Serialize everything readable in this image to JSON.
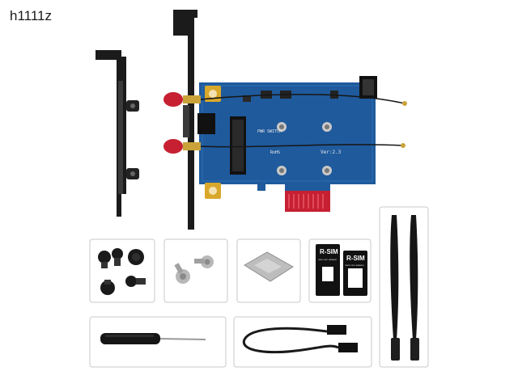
{
  "watermark": "h1111z",
  "pcb": {
    "label_switch": "PWR SWITCH",
    "label_version": "Ver:2.3",
    "label_rohs": "RoHS"
  },
  "sim_cards": [
    {
      "label": "R-SIM",
      "sub": "nano sim adapter"
    },
    {
      "label": "R-SIM",
      "sub": "micro sim adapter"
    }
  ],
  "colors": {
    "pcb_blue": "#1f5a9c",
    "bracket_black": "#1b1b1b",
    "gold": "#d9a82a",
    "connector_red": "#c62032",
    "antenna_black": "#161616",
    "box_border": "#c9c9c9"
  },
  "items": [
    "pcie-card-with-bracket",
    "low-profile-bracket",
    "screw-set",
    "m2-screws",
    "card-holder-plate",
    "sim-adapters",
    "screwdriver",
    "usb-cable",
    "dual-antennas"
  ]
}
